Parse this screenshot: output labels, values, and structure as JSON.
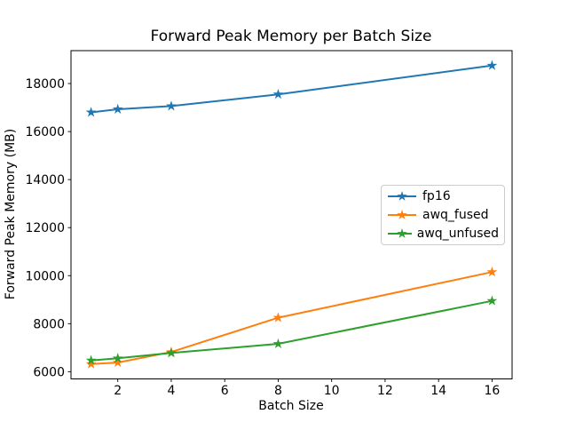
{
  "chart_data": {
    "type": "line",
    "title": "Forward Peak Memory per Batch Size",
    "xlabel": "Batch Size",
    "ylabel": "Forward Peak Memory (MB)",
    "x": [
      1,
      2,
      4,
      8,
      16
    ],
    "series": [
      {
        "name": "fp16",
        "color": "#1f77b4",
        "marker": "star",
        "values": [
          16800,
          16930,
          17060,
          17550,
          18750
        ]
      },
      {
        "name": "awq_fused",
        "color": "#ff7f0e",
        "marker": "star",
        "values": [
          6320,
          6380,
          6820,
          8250,
          10150
        ]
      },
      {
        "name": "awq_unfused",
        "color": "#2ca02c",
        "marker": "star",
        "values": [
          6470,
          6560,
          6780,
          7160,
          8950
        ]
      }
    ],
    "xticks": [
      2,
      4,
      6,
      8,
      10,
      12,
      14,
      16
    ],
    "yticks": [
      6000,
      8000,
      10000,
      12000,
      14000,
      16000,
      18000
    ],
    "xlim": [
      0.25,
      16.75
    ],
    "ylim": [
      5700,
      19370
    ],
    "grid": false,
    "legend_position": "center right",
    "background_color": "#ffffff",
    "spine_color": "#000000"
  }
}
